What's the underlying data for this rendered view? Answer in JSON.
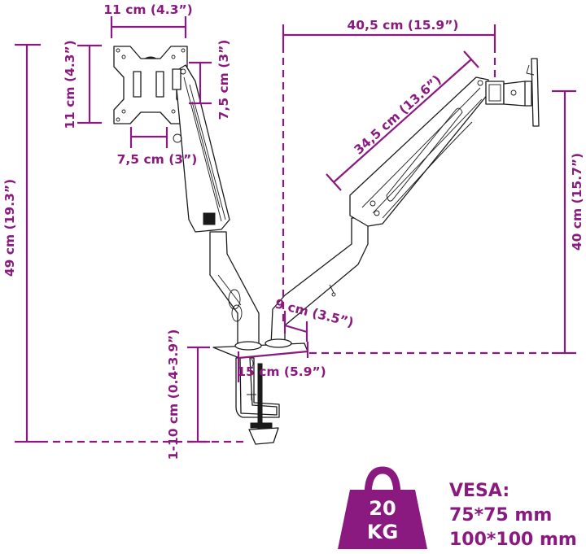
{
  "diagram": {
    "subject": "Dual monitor arm with desk clamp",
    "accent_color": "#8a1a80",
    "line_color": "#1a1a1a",
    "dimensions": {
      "vesa_plate_width": "11 cm (4.3”)",
      "vesa_plate_height": "11 cm (4.3”)",
      "vesa_hole_vertical": "7,5 cm (3”)",
      "vesa_hole_horizontal": "7,5 cm (3”)",
      "total_height": "49 cm (19.3”)",
      "horizontal_reach": "40,5 cm (15.9”)",
      "arm_length": "34,5 cm (13.6”)",
      "mount_height": "40 cm (15.7”)",
      "pole_spacing": "9 cm (3.5”)",
      "base_width": "15 cm (5.9”)",
      "clamp_range": "1-10 cm (0.4-3.9”)"
    },
    "weight_badge": {
      "icon": "weight-icon",
      "value": "20",
      "unit": "KG"
    },
    "vesa_spec": {
      "title": "VESA:",
      "sizes": [
        "75*75 mm",
        "100*100 mm"
      ]
    }
  }
}
